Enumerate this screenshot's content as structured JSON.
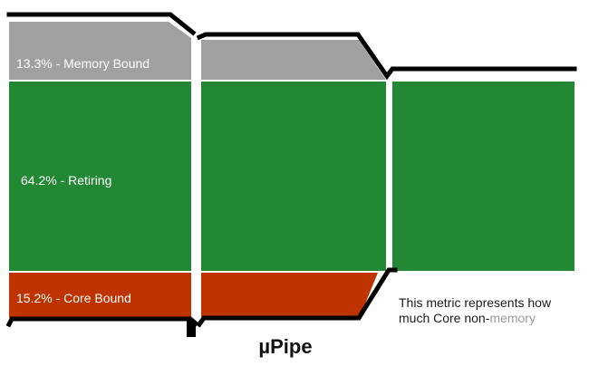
{
  "segments": {
    "memory_bound": {
      "label": "13.3% - Memory Bound",
      "percent": 13.3,
      "color": "#a0a0a0"
    },
    "retiring": {
      "label": "64.2% - Retiring",
      "percent": 64.2,
      "color": "#228833"
    },
    "core_bound": {
      "label": "15.2% - Core Bound",
      "percent": 15.2,
      "color": "#bf3300"
    }
  },
  "title": "µPipe",
  "description": {
    "text": "This metric represents how much Core non-",
    "faded_text": "memory"
  }
}
